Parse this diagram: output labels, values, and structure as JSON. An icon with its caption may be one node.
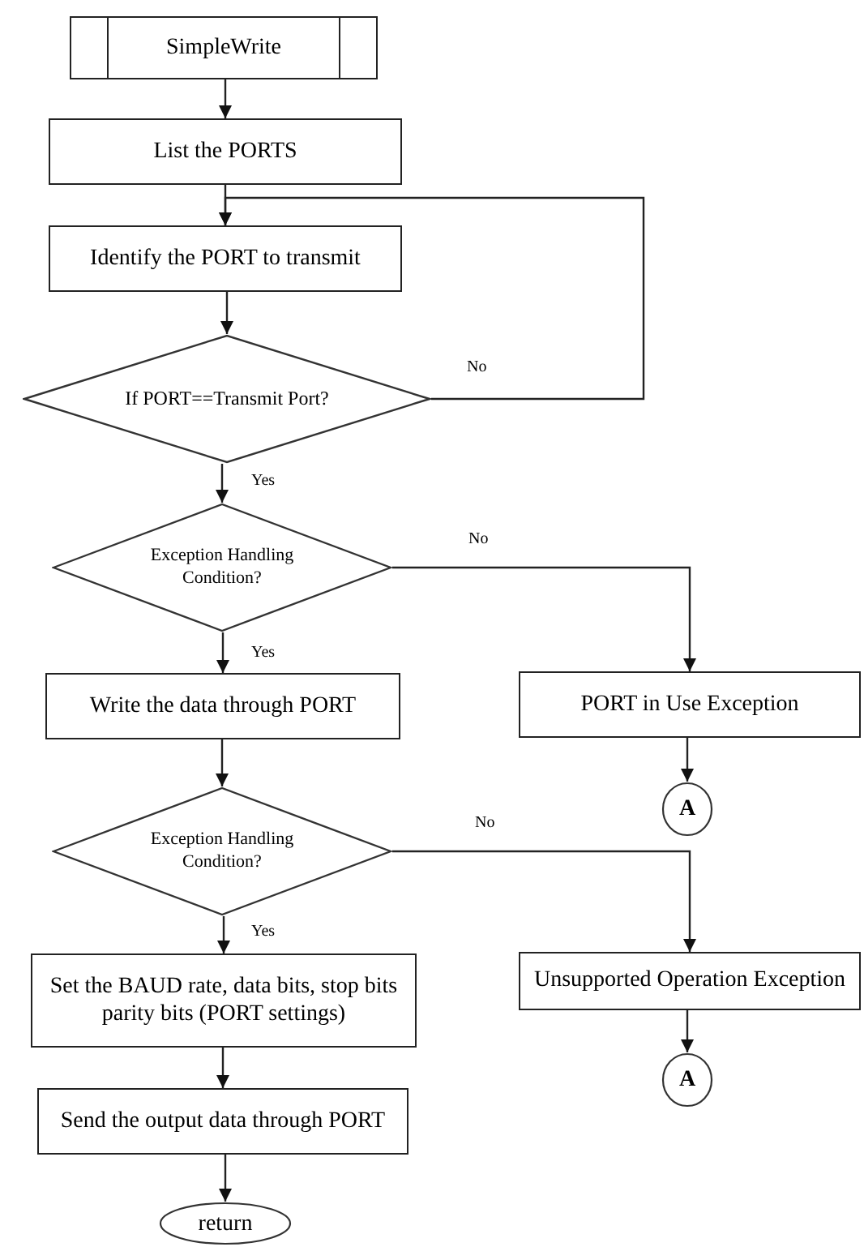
{
  "diagram": {
    "nodes": [
      {
        "text": [
          "SimpleWrite"
        ]
      },
      {
        "text": [
          "List the PORTS"
        ]
      },
      {
        "text": [
          "Identify the PORT to transmit"
        ]
      },
      {
        "text": [
          "If PORT==Transmit Port?"
        ]
      },
      {
        "text": [
          "Exception Handling Condition?"
        ]
      },
      {
        "text": [
          "Write the data through PORT"
        ]
      },
      {
        "text": [
          "PORT in Use Exception"
        ]
      },
      {
        "text": [
          "A"
        ]
      },
      {
        "text": [
          "Exception Handling Condition?"
        ]
      },
      {
        "text": [
          "Set the BAUD rate, data bits, stop bits parity bits (PORT settings)"
        ]
      },
      {
        "text": [
          "Unsupported Operation Exception"
        ]
      },
      {
        "text": [
          "A"
        ]
      },
      {
        "text": [
          "Send the output data through PORT"
        ]
      },
      {
        "text": [
          "return"
        ]
      }
    ],
    "edges": [
      {
        "from": 0,
        "to": 1,
        "arrow": "to"
      },
      {
        "from": 1,
        "to": 2,
        "arrow": "to"
      },
      {
        "from": 2,
        "to": 3,
        "arrow": "to"
      },
      {
        "from": 3,
        "to": 2,
        "arrow": "to",
        "label": "No"
      },
      {
        "from": 3,
        "to": 4,
        "arrow": "to",
        "label": "Yes"
      },
      {
        "from": 4,
        "to": 5,
        "arrow": "to",
        "label": "Yes"
      },
      {
        "from": 4,
        "to": 6,
        "arrow": "to",
        "label": "No"
      },
      {
        "from": 6,
        "to": 7,
        "arrow": "to"
      },
      {
        "from": 5,
        "to": 8,
        "arrow": "to"
      },
      {
        "from": 8,
        "to": 9,
        "arrow": "to",
        "label": "Yes"
      },
      {
        "from": 8,
        "to": 10,
        "arrow": "to",
        "label": "No"
      },
      {
        "from": 10,
        "to": 11,
        "arrow": "to"
      },
      {
        "from": 9,
        "to": 12,
        "arrow": "to"
      },
      {
        "from": 12,
        "to": 13,
        "arrow": "to"
      }
    ]
  }
}
